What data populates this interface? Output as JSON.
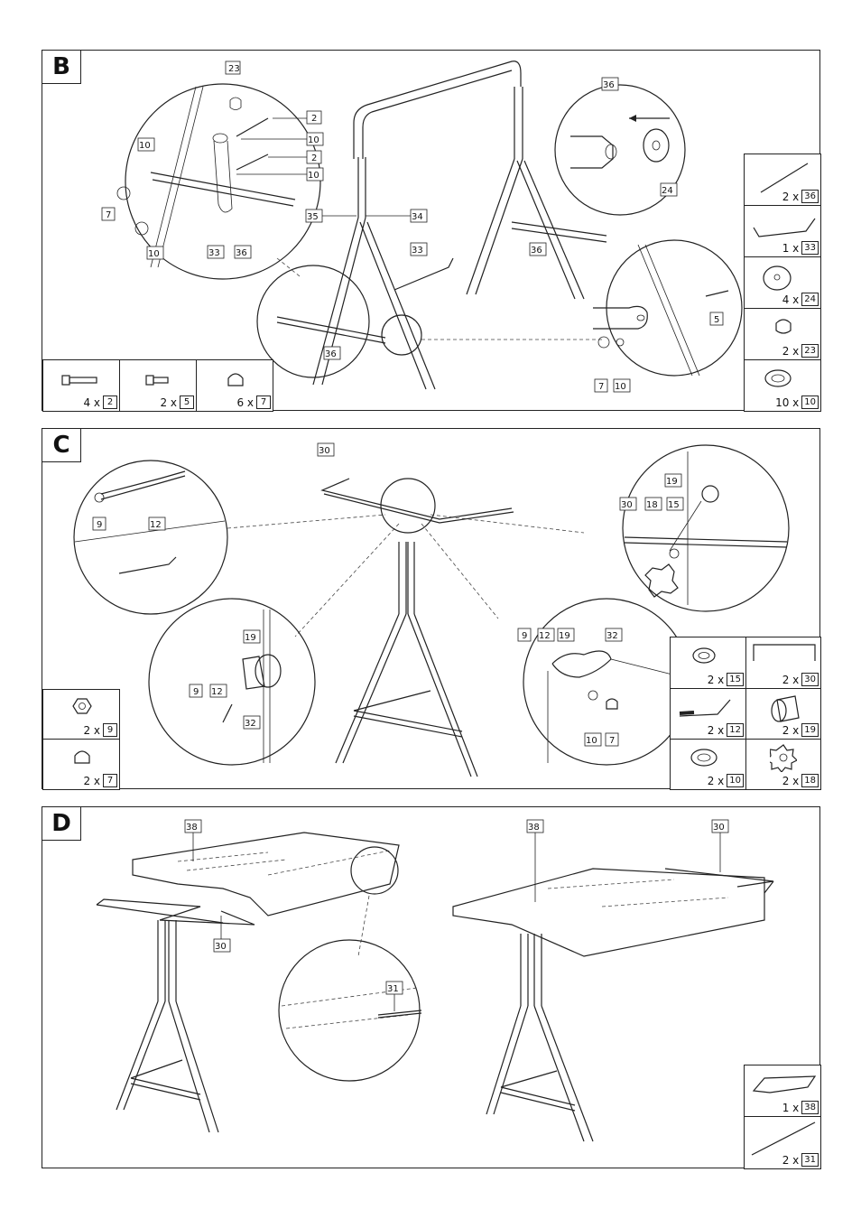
{
  "panels": {
    "B": {
      "letter": "B",
      "callouts": {
        "c23": "23",
        "c2a": "2",
        "c10a": "10",
        "c2b": "2",
        "c10b": "10",
        "c10c": "10",
        "c7a": "7",
        "c10d": "10",
        "c33a": "33",
        "c36a": "36",
        "c35": "35",
        "c34": "34",
        "c33b": "33",
        "c36b": "36",
        "c36c": "36",
        "c36d": "36",
        "c24": "24",
        "c5": "5",
        "c7b": "7",
        "c10e": "10"
      },
      "parts_bottom": [
        {
          "qty": "4 x",
          "num": "2",
          "icon": "bolt-long-icon"
        },
        {
          "qty": "2 x",
          "num": "5",
          "icon": "bolt-short-icon"
        },
        {
          "qty": "6 x",
          "num": "7",
          "icon": "cap-nut-icon"
        }
      ],
      "parts_right": [
        {
          "qty": "2 x",
          "num": "36",
          "icon": "rod-icon"
        },
        {
          "qty": "1 x",
          "num": "33",
          "icon": "bent-rod-icon"
        },
        {
          "qty": "4 x",
          "num": "24",
          "icon": "foot-disc-icon"
        },
        {
          "qty": "2 x",
          "num": "23",
          "icon": "end-cap-icon"
        },
        {
          "qty": "10 x",
          "num": "10",
          "icon": "washer-icon"
        }
      ]
    },
    "C": {
      "letter": "C",
      "callouts": {
        "c30a": "30",
        "c9a": "9",
        "c12a": "12",
        "c19a": "19",
        "c30b": "30",
        "c18": "18",
        "c15": "15",
        "c19b": "19",
        "c9b": "9",
        "c12b": "12",
        "c32a": "32",
        "c9c": "9",
        "c12c": "12",
        "c19c": "19",
        "c32b": "32",
        "c10": "10",
        "c7": "7"
      },
      "parts_left": [
        {
          "qty": "2 x",
          "num": "9",
          "icon": "hex-nut-icon"
        },
        {
          "qty": "2 x",
          "num": "7",
          "icon": "cap-nut-icon"
        }
      ],
      "parts_right": [
        {
          "qty": "2 x",
          "num": "15",
          "icon": "washer-icon"
        },
        {
          "qty": "2 x",
          "num": "30",
          "icon": "frame-icon"
        },
        {
          "qty": "2 x",
          "num": "12",
          "icon": "threaded-bolt-icon"
        },
        {
          "qty": "2 x",
          "num": "19",
          "icon": "spacer-icon"
        },
        {
          "qty": "2 x",
          "num": "10",
          "icon": "washer-icon"
        },
        {
          "qty": "2 x",
          "num": "18",
          "icon": "star-knob-icon"
        }
      ]
    },
    "D": {
      "letter": "D",
      "callouts": {
        "c38a": "38",
        "c30a": "30",
        "c38b": "38",
        "c30b": "30",
        "c31": "31"
      },
      "parts_right": [
        {
          "qty": "1 x",
          "num": "38",
          "icon": "cover-icon"
        },
        {
          "qty": "2 x",
          "num": "31",
          "icon": "rod-icon"
        }
      ]
    }
  }
}
